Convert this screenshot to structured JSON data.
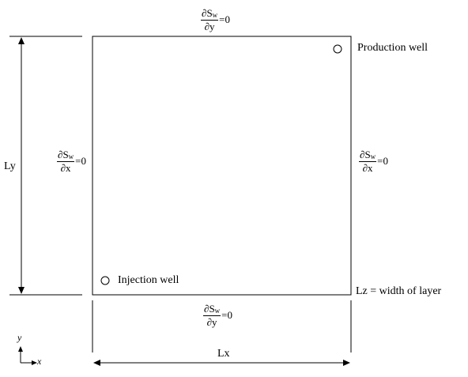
{
  "labels": {
    "production_well": "Production well",
    "injection_well": "Injection well",
    "ly": "Ly",
    "lx": "Lx",
    "lz_note": "Lz = width of layer",
    "axis_y": "y",
    "axis_x": "x"
  },
  "boundary": {
    "partial": "∂",
    "s": "S",
    "w": "w",
    "dy": "y",
    "dx": "x",
    "eq": "=0"
  },
  "colors": {
    "line": "#000000",
    "background": "#ffffff"
  }
}
